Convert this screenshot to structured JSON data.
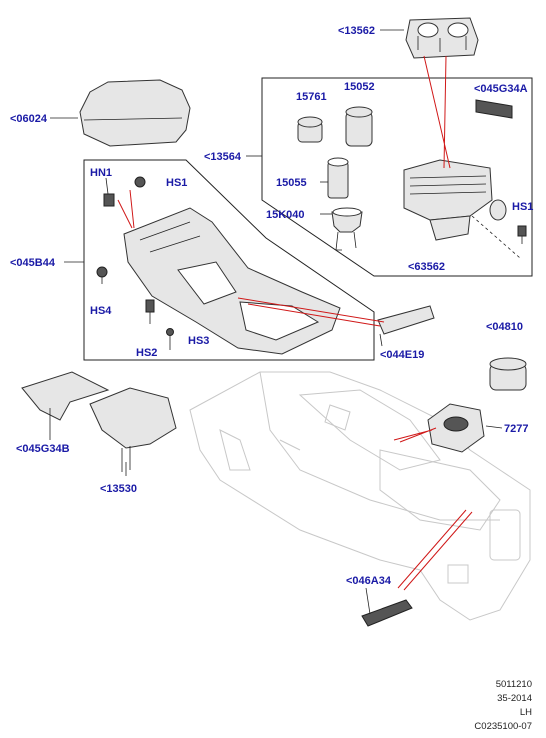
{
  "labels": {
    "l13562": "<13562",
    "l06024": "<06024",
    "l15761": "15761",
    "l15052": "15052",
    "l045G34A": "<045G34A",
    "l13564": "<13564",
    "lHN1": "HN1",
    "lHS1a": "HS1",
    "l15055": "15055",
    "l15K040": "15K040",
    "lHS1b": "HS1",
    "l045B44": "<045B44",
    "l63562": "<63562",
    "lHS4": "HS4",
    "l04810": "<04810",
    "lHS3": "HS3",
    "lHS2": "HS2",
    "l044E19": "<044E19",
    "l7277": "7277",
    "l045G34B": "<045G34B",
    "l13530": "<13530",
    "l046A34": "<046A34"
  },
  "meta": {
    "line1": "5011210",
    "line2": "35-2014",
    "line3": "LH",
    "line4": "C0235100-07"
  },
  "colors": {
    "label": "#1a1aa6",
    "leader": "#d01818"
  }
}
